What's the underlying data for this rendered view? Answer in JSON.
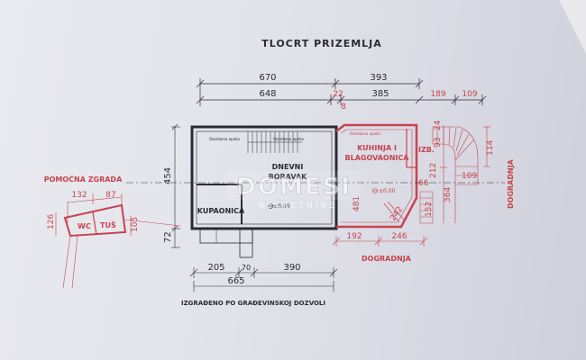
{
  "title": "TLOCRT PRIZEMLJA",
  "footnote": "IZGRAĐENO PO GRAĐEVINSKOJ DOZVOLI",
  "colors": {
    "black_ink": "#2a2b36",
    "red_ink": "#c8434e",
    "paper": "#e4e5ec"
  },
  "rooms": {
    "dnevni": [
      "DNEVNI",
      "BORAVAK"
    ],
    "kupaonica": "KUPAONICA",
    "kuhinja": [
      "KUHINJA I",
      "BLAGOVAONICA"
    ],
    "izb": "IZB.",
    "wc": "WC",
    "tus": "TUŠ"
  },
  "labels": {
    "pomocna": "POMOĆNA ZGRADA",
    "dogradnja_bottom": "DOGRADNJA",
    "dogradnja_side": "DOGRADNJA",
    "stair_note": "Stambena opeka"
  },
  "levels": {
    "main": "±0.00",
    "kitchen": "±0.00"
  },
  "watermark": {
    "main": "DOMESI",
    "sub": "NEKRETNINE"
  },
  "dims_top": {
    "total_left": "670",
    "total_right": "393",
    "seg_648": "648",
    "seg_22": "22",
    "seg_8": "8",
    "seg_385": "385",
    "seg_189": "189",
    "seg_109": "109"
  },
  "dims_left": {
    "d454": "454",
    "d72": "72"
  },
  "dims_bottom": {
    "d205": "205",
    "d70": "70",
    "d390": "390",
    "d665": "665"
  },
  "dims_red": {
    "d192": "192",
    "d246": "246",
    "d481": "481",
    "d242": "242",
    "d152": "152",
    "d364": "364",
    "d212": "212",
    "d66": "66",
    "d24": "24",
    "d93": "93",
    "d109": "109",
    "d114": "114"
  },
  "dims_aux": {
    "d132": "132",
    "d87": "87",
    "d126": "126",
    "d105": "105"
  }
}
